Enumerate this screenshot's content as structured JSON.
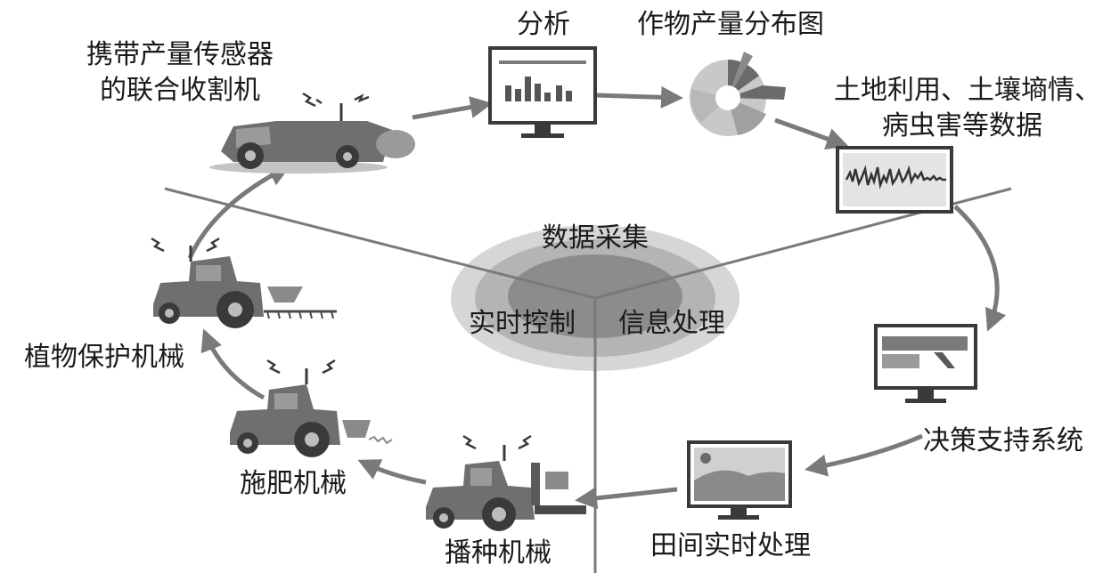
{
  "center": {
    "top_label": "数据采集",
    "left_label": "实时控制",
    "right_label": "信息处理"
  },
  "nodes": {
    "combine_harvester": {
      "line1": "携带产量传感器",
      "line2": "的联合收割机",
      "icon": "combine-harvester-icon"
    },
    "analysis": {
      "label": "分析",
      "icon": "monitor-bar-chart-icon"
    },
    "yield_map": {
      "label": "作物产量分布图",
      "icon": "pie-yield-map-icon"
    },
    "land_data": {
      "line1": "土地利用、土壤墒情、",
      "line2": "病虫害等数据",
      "icon": "waveform-data-icon"
    },
    "decision_support": {
      "label": "决策支持系统",
      "icon": "monitor-decision-icon"
    },
    "field_processing": {
      "label": "田间实时处理",
      "icon": "monitor-landscape-icon"
    },
    "seeding": {
      "label": "播种机械",
      "icon": "seeding-tractor-icon"
    },
    "fertilizing": {
      "label": "施肥机械",
      "icon": "fertilizing-tractor-icon"
    },
    "plant_protection": {
      "label": "植物保护机械",
      "icon": "sprayer-tractor-icon"
    }
  },
  "colors": {
    "ellipse_outer": "#d6d6d6",
    "ellipse_mid": "#b4b4b4",
    "ellipse_inner": "#8c8c8c",
    "machine_body": "#6f6f6f",
    "arrow": "#7a7a7a"
  }
}
